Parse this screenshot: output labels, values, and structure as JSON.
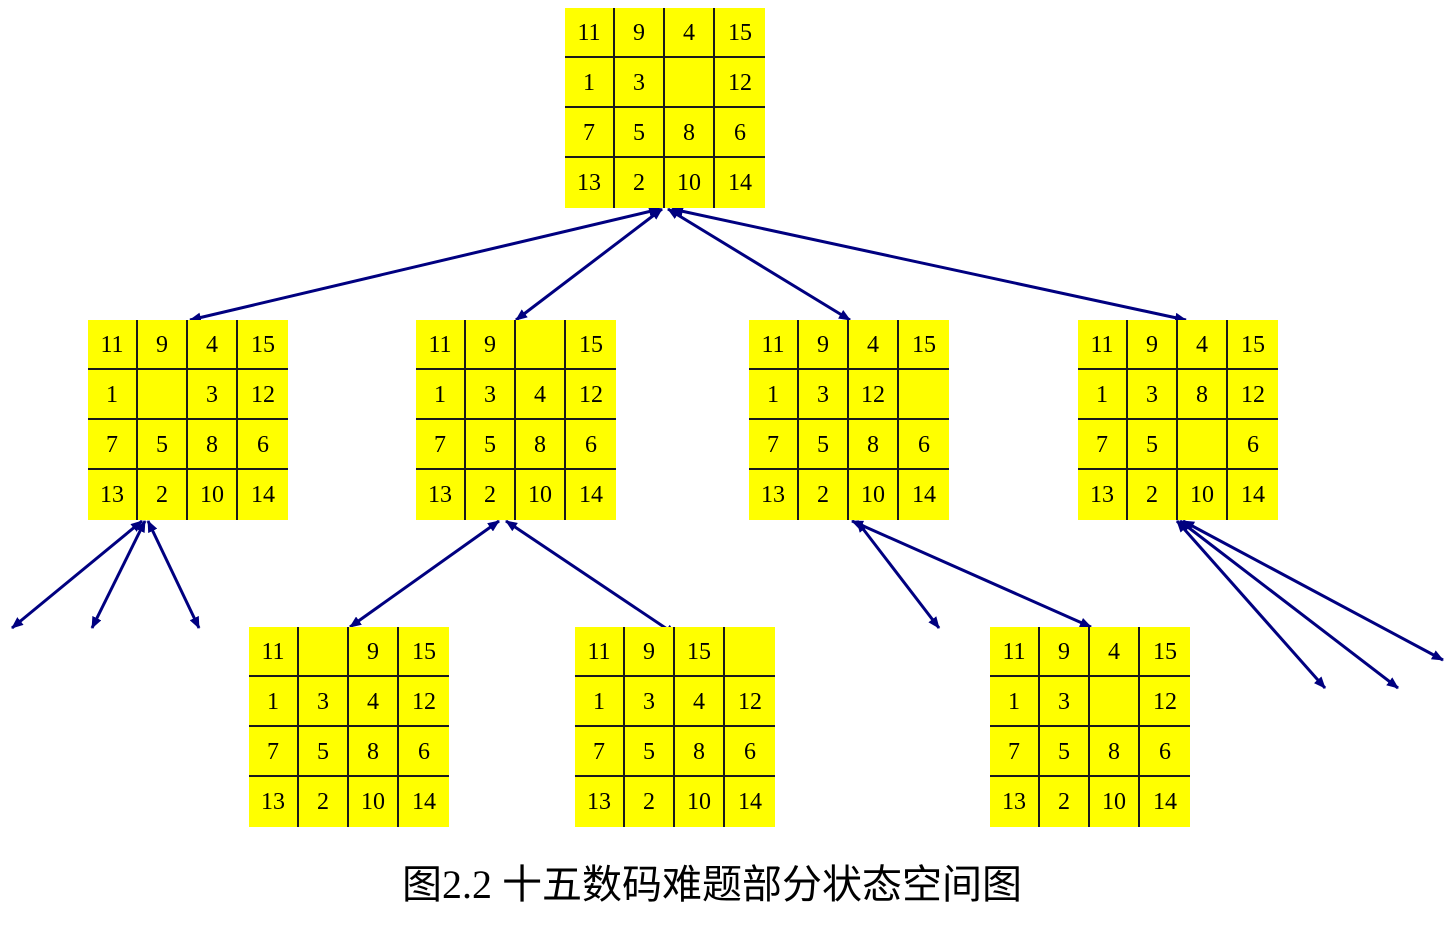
{
  "caption": "图2.2 十五数码难题部分状态空间图",
  "colors": {
    "board_fill": "#ffff00",
    "grid_line": "#1a1a1a",
    "arrow": "#000080"
  },
  "boards": [
    {
      "id": "root",
      "cells": [
        "11",
        "9",
        "4",
        "15",
        "1",
        "3",
        "",
        "12",
        "7",
        "5",
        "8",
        "6",
        "13",
        "2",
        "10",
        "14"
      ]
    },
    {
      "id": "child-1",
      "cells": [
        "11",
        "9",
        "4",
        "15",
        "1",
        "",
        "3",
        "12",
        "7",
        "5",
        "8",
        "6",
        "13",
        "2",
        "10",
        "14"
      ]
    },
    {
      "id": "child-2",
      "cells": [
        "11",
        "9",
        "",
        "15",
        "1",
        "3",
        "4",
        "12",
        "7",
        "5",
        "8",
        "6",
        "13",
        "2",
        "10",
        "14"
      ]
    },
    {
      "id": "child-3",
      "cells": [
        "11",
        "9",
        "4",
        "15",
        "1",
        "3",
        "12",
        "",
        "7",
        "5",
        "8",
        "6",
        "13",
        "2",
        "10",
        "14"
      ]
    },
    {
      "id": "child-4",
      "cells": [
        "11",
        "9",
        "4",
        "15",
        "1",
        "3",
        "8",
        "12",
        "7",
        "5",
        "",
        "6",
        "13",
        "2",
        "10",
        "14"
      ]
    },
    {
      "id": "grandchild-2a",
      "cells": [
        "11",
        "",
        "9",
        "15",
        "1",
        "3",
        "4",
        "12",
        "7",
        "5",
        "8",
        "6",
        "13",
        "2",
        "10",
        "14"
      ]
    },
    {
      "id": "grandchild-2b",
      "cells": [
        "11",
        "9",
        "15",
        "",
        "1",
        "3",
        "4",
        "12",
        "7",
        "5",
        "8",
        "6",
        "13",
        "2",
        "10",
        "14"
      ]
    },
    {
      "id": "grandchild-3a",
      "cells": [
        "11",
        "9",
        "4",
        "15",
        "1",
        "3",
        "",
        "12",
        "7",
        "5",
        "8",
        "6",
        "13",
        "2",
        "10",
        "14"
      ]
    }
  ],
  "edges": [
    {
      "from": "root",
      "to": "child-1"
    },
    {
      "from": "root",
      "to": "child-2"
    },
    {
      "from": "root",
      "to": "child-3"
    },
    {
      "from": "root",
      "to": "child-4"
    },
    {
      "from": "child-2",
      "to": "grandchild-2a"
    },
    {
      "from": "child-2",
      "to": "grandchild-2b"
    },
    {
      "from": "child-3",
      "to": "grandchild-3a"
    }
  ],
  "stub_edges": [
    {
      "from": "child-1",
      "count": 3
    },
    {
      "from": "child-3",
      "count": 1
    },
    {
      "from": "child-4",
      "count": 3
    }
  ]
}
